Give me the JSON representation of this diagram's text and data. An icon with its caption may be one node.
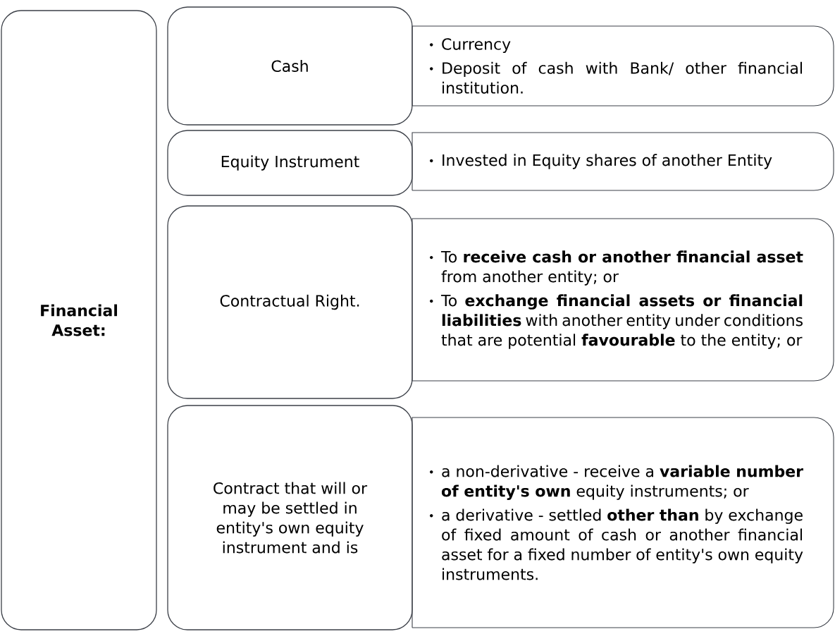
{
  "diagram": {
    "nodes": [
      {
        "text": [
          "Financial Asset:"
        ]
      },
      {
        "text": [
          "Cash"
        ]
      },
      {
        "text": [
          "Currency",
          "Deposit of cash with Bank/ other financial institution."
        ]
      },
      {
        "text": [
          "Equity Instrument"
        ]
      },
      {
        "text": [
          "Invested in Equity shares of another Entity"
        ]
      },
      {
        "text": [
          "Contractual Right."
        ]
      },
      {
        "text": [
          "To **receive cash or another financial asset** from another entity; or",
          "To **exchange financial assets or financial liabilities** with another entity under conditions that are potential **favourable** to the entity; or"
        ]
      },
      {
        "text": [
          "Contract that will or may be settled in entity's own equity instrument and is"
        ]
      },
      {
        "text": [
          "a non-derivative - receive a **variable number of entity's own** equity instruments; or",
          "a derivative - settled **other than** by exchange of fixed amount of cash or another financial asset for a fixed number of entity's own equity instruments."
        ]
      }
    ]
  }
}
